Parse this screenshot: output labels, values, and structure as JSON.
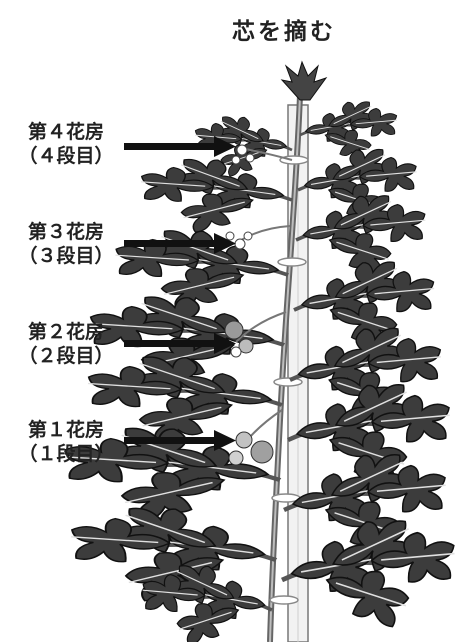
{
  "title": "芯を摘む",
  "clusters": [
    {
      "name": "第４花房",
      "stage": "（４段目）"
    },
    {
      "name": "第３花房",
      "stage": "（３段目）"
    },
    {
      "name": "第２花房",
      "stage": "（２段目）"
    },
    {
      "name": "第１花房",
      "stage": "（１段目）"
    }
  ]
}
